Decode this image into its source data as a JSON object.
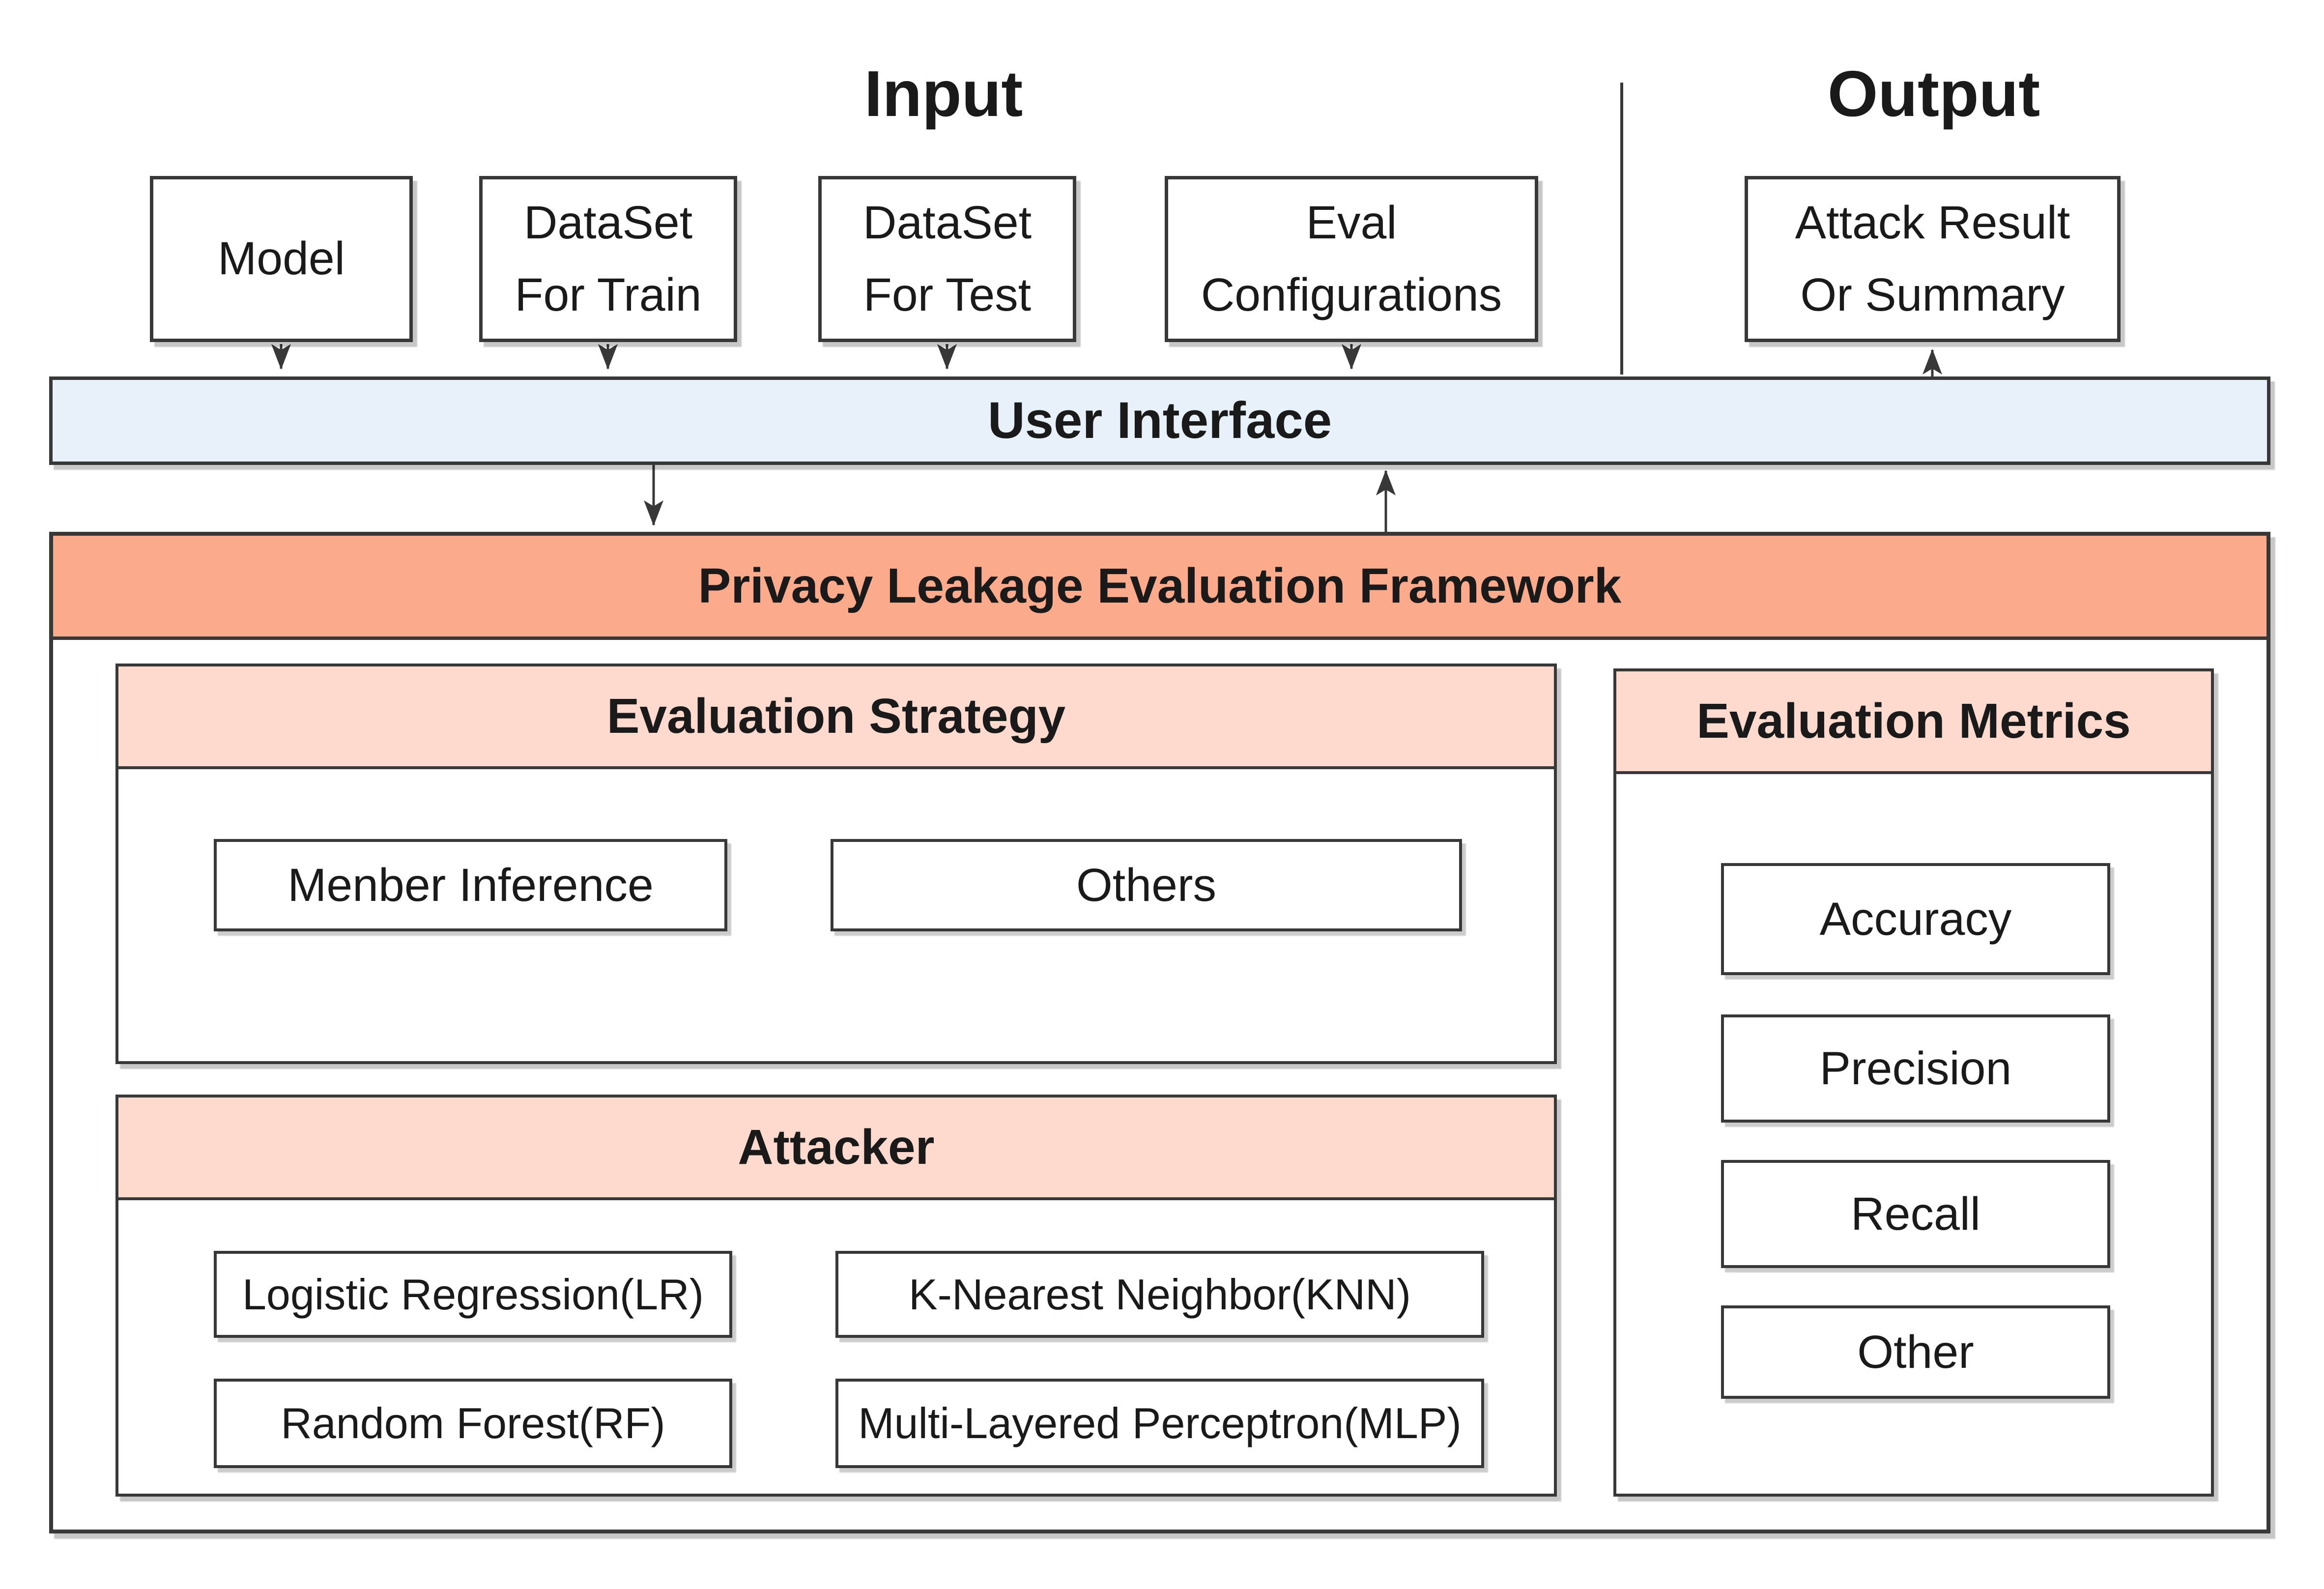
{
  "headings": {
    "input": "Input",
    "output": "Output"
  },
  "input_nodes": [
    {
      "id": "model",
      "lines": [
        "Model"
      ]
    },
    {
      "id": "dataset-train",
      "lines": [
        "DataSet",
        "For Train"
      ]
    },
    {
      "id": "dataset-test",
      "lines": [
        "DataSet",
        "For Test"
      ]
    },
    {
      "id": "eval-config",
      "lines": [
        "Eval",
        "Configurations"
      ]
    }
  ],
  "output_node": {
    "lines": [
      "Attack Result",
      "Or Summary"
    ]
  },
  "ui_bar": {
    "label": "User Interface"
  },
  "framework": {
    "label": "Privacy Leakage Evaluation Framework"
  },
  "strategy": {
    "title": "Evaluation Strategy",
    "items": [
      "Menber Inference",
      "Others"
    ]
  },
  "attacker": {
    "title": "Attacker",
    "items": [
      "Logistic Regression(LR)",
      "K-Nearest Neighbor(KNN)",
      "Random Forest(RF)",
      "Multi-Layered Perceptron(MLP)"
    ]
  },
  "metrics": {
    "title": "Evaluation Metrics",
    "items": [
      "Accuracy",
      "Precision",
      "Recall",
      "Other"
    ]
  },
  "colors": {
    "ui_bar_fill": "#e8f1fa",
    "framework_header_fill": "#fbaa8c",
    "panel_header_fill": "#fdd9ce",
    "border": "#383838",
    "text": "#1a1a1a"
  }
}
